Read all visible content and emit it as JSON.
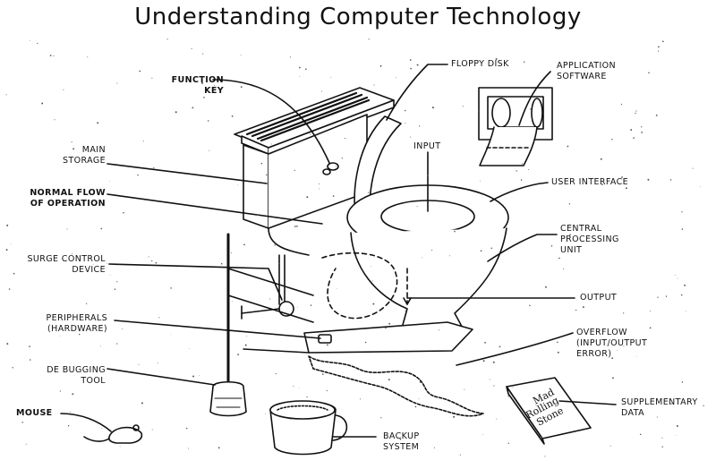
{
  "title": "Understanding Computer Technology",
  "labels": {
    "function_key": [
      "FUNCTION",
      "KEY"
    ],
    "main_storage": [
      "MAIN",
      "STORAGE"
    ],
    "normal_flow": [
      "NORMAL FLOW",
      "OF OPERATION"
    ],
    "surge_control": [
      "SURGE CONTROL",
      "DEVICE"
    ],
    "peripherals": [
      "PERIPHERALS",
      "(HARDWARE)"
    ],
    "debugging": [
      "DE BUGGING",
      "TOOL"
    ],
    "mouse": [
      "MOUSE"
    ],
    "floppy_disk": [
      "FLOPPY DISK"
    ],
    "application_software": [
      "APPLICATION",
      "SOFTWARE"
    ],
    "input": [
      "INPUT"
    ],
    "user_interface": [
      "USER INTERFACE"
    ],
    "cpu": [
      "CENTRAL",
      "PROCESSING",
      "UNIT"
    ],
    "output": [
      "OUTPUT"
    ],
    "overflow": [
      "OVERFLOW",
      "(INPUT/OUTPUT",
      "ERROR)"
    ],
    "supplementary": [
      "SUPPLEMENTARY",
      "DATA"
    ],
    "backup": [
      "BACKUP",
      "SYSTEM"
    ]
  },
  "magazine_text": [
    "Mad",
    "Rolling",
    "Stone"
  ]
}
